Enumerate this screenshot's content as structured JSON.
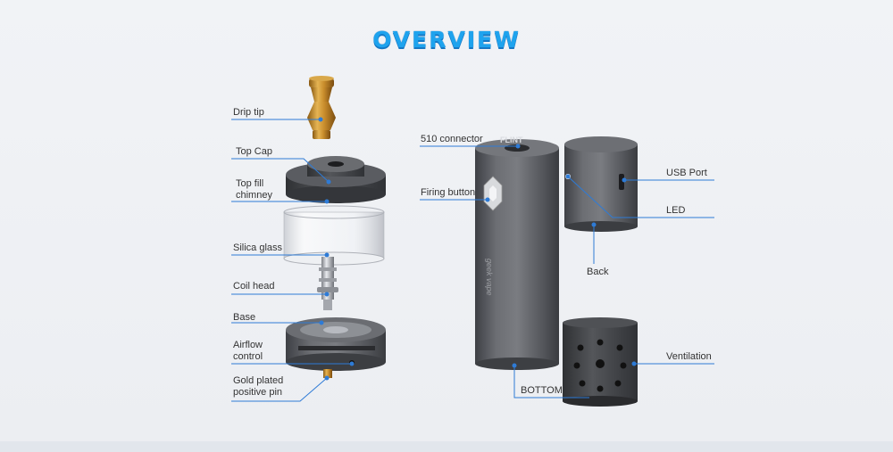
{
  "title": "OVERVIEW",
  "labels": {
    "drip_tip": "Drip tip",
    "top_cap": "Top Cap",
    "top_fill_1": "Top fill",
    "top_fill_2": "chimney",
    "silica_glass": "Silica glass",
    "coil_head": "Coil head",
    "base": "Base",
    "airflow_1": "Airflow",
    "airflow_2": "control",
    "gold_1": "Gold plated",
    "gold_2": "positive pin",
    "connector_510": "510 connector",
    "firing_button": "Firing button",
    "usb_port": "USB Port",
    "led": "LED",
    "back": "Back",
    "ventilation": "Ventilation",
    "bottom": "BOTTOM"
  },
  "device": {
    "brand_text": "FLINT",
    "side_text": "geek vape"
  },
  "colors": {
    "accent": "#1ea3ee",
    "callout_line": "#2e7bd6",
    "body_metal": "#5f6166"
  }
}
